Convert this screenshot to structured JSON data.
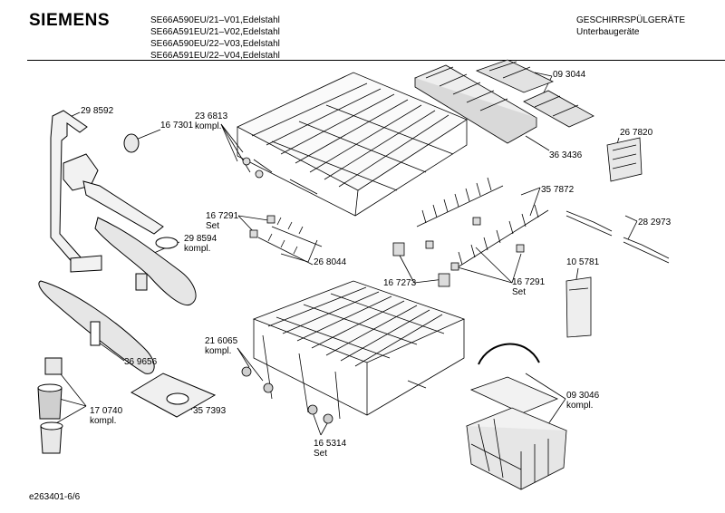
{
  "header": {
    "brand": "SIEMENS",
    "models": [
      "SE66A590EU/21–V01,Edelstahl",
      "SE66A591EU/21–V02,Edelstahl",
      "SE66A590EU/22–V03,Edelstahl",
      "SE66A591EU/22–V04,Edelstahl"
    ],
    "category": "GESCHIRRSPÜLGERÄTE",
    "subcategory": "Unterbaugeräte"
  },
  "parts": [
    {
      "number": "29 8592",
      "extra": ""
    },
    {
      "number": "16 7301",
      "extra": ""
    },
    {
      "number": "23 6813",
      "extra": "kompl."
    },
    {
      "number": "09 3044",
      "extra": ""
    },
    {
      "number": "36 3436",
      "extra": ""
    },
    {
      "number": "26 7820",
      "extra": ""
    },
    {
      "number": "35 7872",
      "extra": ""
    },
    {
      "number": "16 7291",
      "extra": "Set"
    },
    {
      "number": "28 2973",
      "extra": ""
    },
    {
      "number": "29 8594",
      "extra": "kompl."
    },
    {
      "number": "26 8044",
      "extra": ""
    },
    {
      "number": "16 7273",
      "extra": ""
    },
    {
      "number": "16 7291",
      "extra": "Set"
    },
    {
      "number": "10 5781",
      "extra": ""
    },
    {
      "number": "21 6065",
      "extra": "kompl."
    },
    {
      "number": "36 9656",
      "extra": ""
    },
    {
      "number": "17 0740",
      "extra": "kompl."
    },
    {
      "number": "35 7393",
      "extra": ""
    },
    {
      "number": "16 5314",
      "extra": "Set"
    },
    {
      "number": "09 3046",
      "extra": "kompl."
    }
  ],
  "footer": {
    "drawing_id": "e263401-6/6"
  }
}
